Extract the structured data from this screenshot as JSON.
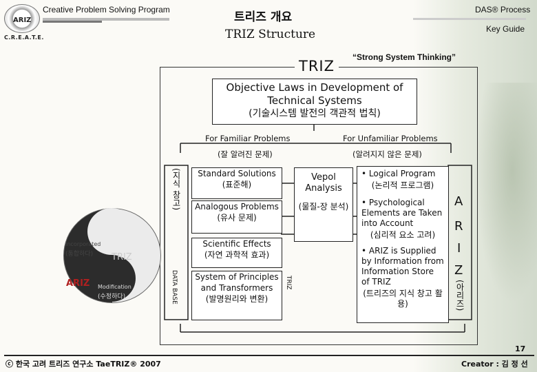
{
  "header": {
    "logo_text": "ARIZ",
    "logo_sub": "C.R.E.A.T.E.",
    "program": "Creative Problem Solving Program",
    "title_kr": "트리즈 개요",
    "title_en": "TRIZ Structure",
    "das": "DAS® Process",
    "key_guide": "Key Guide"
  },
  "diagram": {
    "strong": "“Strong System Thinking”",
    "triz": "TRIZ",
    "objective_en": "Objective Laws in Development of Technical Systems",
    "objective_kr": "(기술시스템 발전의 객관적 법칙)",
    "familiar_en": "For Familiar Problems",
    "familiar_kr": "(잘 알려진 문제)",
    "unfamiliar_en": "For Unfamiliar Problems",
    "unfamiliar_kr": "(알려지지 않은 문제)",
    "standard_en": "Standard Solutions",
    "standard_kr": "(표준해)",
    "analogous_en": "Analogous Problems",
    "analogous_kr": "(유사 문제)",
    "scientific_en": "Scientific Effects",
    "scientific_kr": "(자연 과학적 효과)",
    "system_en": "System of Principles and Transformers",
    "system_kr": "(발명원리와 변환)",
    "vepol_en": "Vepol Analysis",
    "vepol_kr": "(물질-장 분석)",
    "logical_en": "• Logical Program",
    "logical_kr": "(논리적 프로그램)",
    "psych_en": "• Psychological Elements are Taken into Account",
    "psych_kr": "(심리적 요소 고려)",
    "ariz_en": "• ARIZ is Supplied by Information from Information Store of TRIZ",
    "ariz_kr": "(트리즈의 지식 창고 활용)",
    "letters": [
      "A",
      "R",
      "I",
      "Z"
    ],
    "ariz_kr_side": "(아리즈)",
    "left_vertical": "(지식 창고)",
    "left_bottom_vertical": "DATA BASE",
    "right_bottom_vertical": "TRIZ",
    "yinyang_incorporated": "Incorporated",
    "yinyang_incorporated_kr": "(통합하다)",
    "yinyang_triz": "TRIZ",
    "yinyang_ariz": "ARIZ",
    "yinyang_modification": "Modification",
    "yinyang_modification_kr": "(수정하다)"
  },
  "footer": {
    "page": "17",
    "left": "ⓒ 한국 고려 트리즈 연구소 TaeTRIZ® 2007",
    "right": "Creator : 김 정 선"
  }
}
